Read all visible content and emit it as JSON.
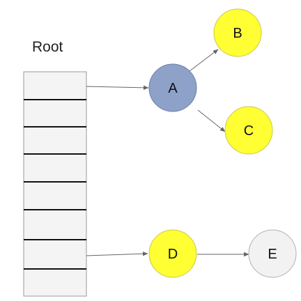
{
  "root": {
    "label": "Root"
  },
  "stack": {
    "slots": 8
  },
  "nodes": [
    {
      "id": "A",
      "label": "A",
      "fill": "#8ea1c8",
      "stroke": "#6a7ea8"
    },
    {
      "id": "B",
      "label": "B",
      "fill": "#ffff33",
      "stroke": "#c8c850"
    },
    {
      "id": "C",
      "label": "C",
      "fill": "#ffff33",
      "stroke": "#c8c850"
    },
    {
      "id": "D",
      "label": "D",
      "fill": "#ffff33",
      "stroke": "#c8c850"
    },
    {
      "id": "E",
      "label": "E",
      "fill": "#f2f2f2",
      "stroke": "#b0b0b0"
    }
  ],
  "edges": [
    {
      "from": "stack-slot-1",
      "to": "A"
    },
    {
      "from": "A",
      "to": "B"
    },
    {
      "from": "A",
      "to": "C"
    },
    {
      "from": "stack-slot-7",
      "to": "D"
    },
    {
      "from": "D",
      "to": "E"
    }
  ],
  "colors": {
    "stack_fill": "#f4f4f4",
    "stack_border": "#9a9a9a",
    "stack_divider": "#111111",
    "arrow": "#666666",
    "label_text": "#111111"
  }
}
